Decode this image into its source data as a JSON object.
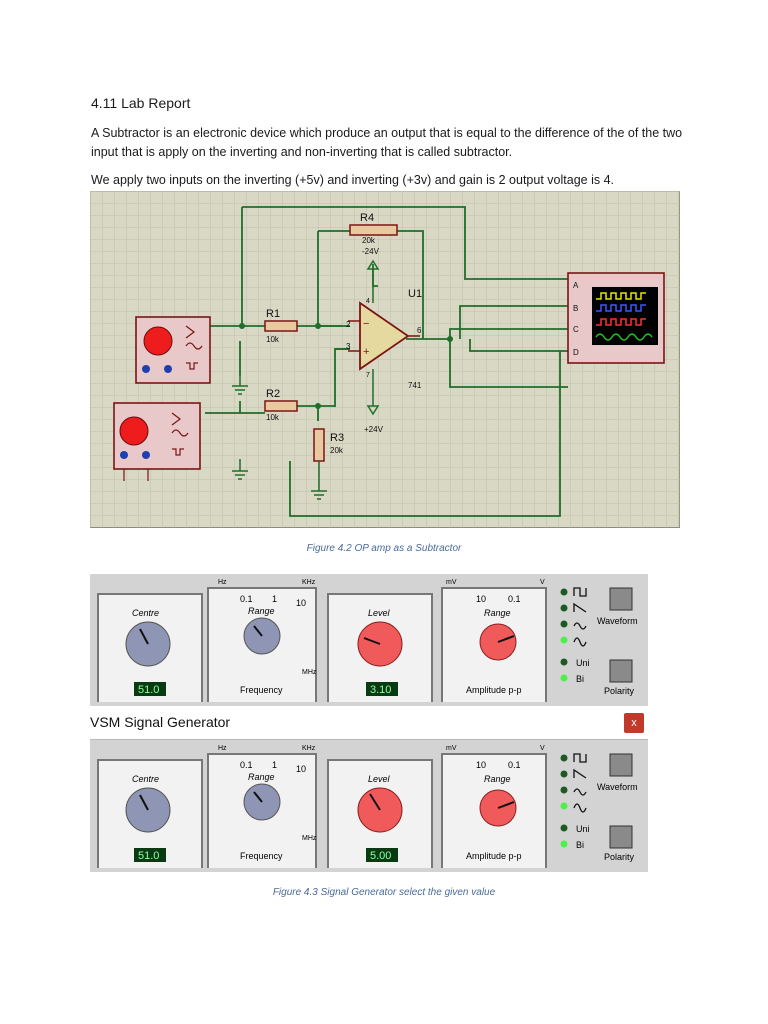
{
  "heading": "4.11 Lab Report",
  "paragraph1": "A Subtractor is an electronic device which produce an output that is equal to the difference of the of the two input that is apply on the inverting and non-inverting that is called subtractor.",
  "paragraph2": "We apply two inputs on the inverting (+5v) and inverting (+3v) and gain is 2 output voltage is 4.",
  "circuit": {
    "r4": "R4",
    "r4_val": "20k",
    "neg_supply": "-24V",
    "r1": "R1",
    "r1_val": "10k",
    "r2": "R2",
    "r2_val": "10k",
    "r3": "R3",
    "r3_val": "20k",
    "u1": "U1",
    "opamp": "741",
    "pos_supply": "+24V",
    "pin2": "2",
    "pin3": "3",
    "pin6": "6",
    "pin4": "4",
    "pin7": "7",
    "scope_a": "A",
    "scope_b": "B",
    "scope_c": "C",
    "scope_d": "D"
  },
  "caption1": "Figure 4.2 OP amp as a Subtractor",
  "generator_title": "VSM Signal Generator",
  "close_label": "x",
  "gen_common": {
    "centre": "Centre",
    "range": "Range",
    "frequency": "Frequency",
    "level": "Level",
    "amplitude": "Amplitude p-p",
    "hz": "Hz",
    "khz": "KHz",
    "mhz": "MHz",
    "mv": "mV",
    "v": "V",
    "waveform": "Waveform",
    "polarity": "Polarity",
    "uni": "Uni",
    "bi": "Bi",
    "freq_range_a": "0.1",
    "freq_range_b": "1",
    "freq_range_c": "10",
    "amp_range_a": "10",
    "amp_range_b": "0.1"
  },
  "gen1": {
    "centre_value": "51.0",
    "level_value": "3.10"
  },
  "gen2": {
    "centre_value": "51.0",
    "level_value": "5.00"
  },
  "caption2": "Figure 4.3 Signal Generator select the given value",
  "colors": {
    "grid_bg": "#d9d8c4",
    "wire": "#1f6e2a",
    "component": "#7b1515",
    "knob_red": "#f05a5a",
    "knob_blue": "#8f95b4",
    "display": "#0a3a12"
  }
}
